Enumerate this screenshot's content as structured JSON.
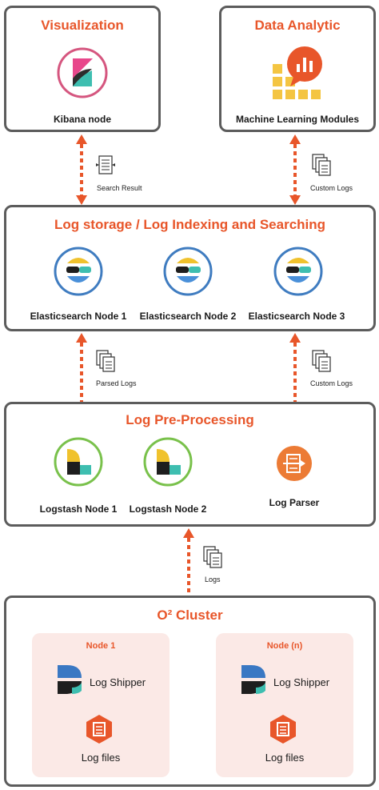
{
  "visualization": {
    "title": "Visualization",
    "node_label": "Kibana node"
  },
  "data_analytic": {
    "title": "Data Analytic",
    "module_label": "Machine Learning Modules"
  },
  "arrows": {
    "search_result": "Search Result",
    "custom_logs_top": "Custom Logs",
    "parsed_logs": "Parsed Logs",
    "custom_logs_mid": "Custom Logs",
    "logs": "Logs"
  },
  "storage": {
    "title": "Log storage / Log Indexing and Searching",
    "nodes": [
      "Elasticsearch Node 1",
      "Elasticsearch Node 2",
      "Elasticsearch Node 3"
    ]
  },
  "preprocessing": {
    "title": "Log Pre-Processing",
    "nodes": [
      "Logstash Node 1",
      "Logstash Node 2"
    ],
    "parser": "Log Parser"
  },
  "cluster": {
    "title": "O² Cluster",
    "nodes": [
      {
        "name": "Node 1",
        "shipper": "Log Shipper",
        "files": "Log files"
      },
      {
        "name": "Node (n)",
        "shipper": "Log Shipper",
        "files": "Log files"
      }
    ]
  },
  "colors": {
    "accent": "#e8562a",
    "border": "#5c5c5c",
    "elastic_ring": "#3f7cc0",
    "logstash_ring": "#79c14b",
    "node_bg": "#fbe9e6"
  }
}
